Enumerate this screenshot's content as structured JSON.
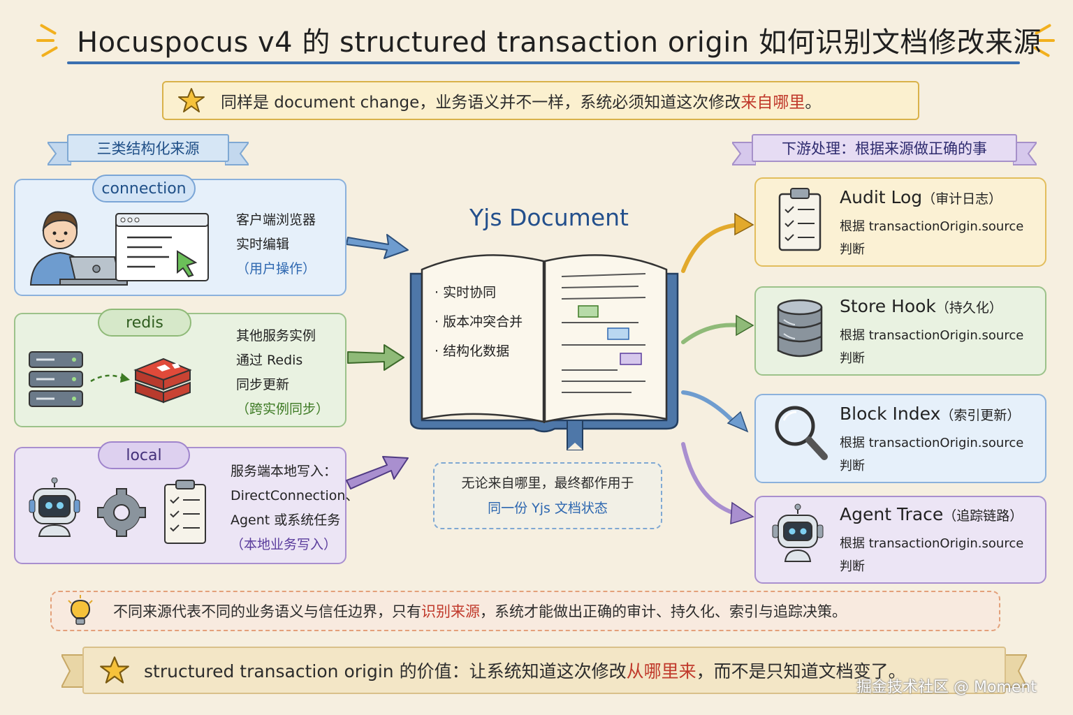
{
  "title": "Hocuspocus v4 的 structured transaction origin 如何识别文档修改来源",
  "subtitle": {
    "before": "同样是 document change，业务语义并不一样，系统必须知道这次修改",
    "highlight": "来自哪里",
    "after": "。"
  },
  "left_ribbon": "三类结构化来源",
  "right_ribbon": "下游处理：根据来源做正确的事",
  "sources": {
    "connection": {
      "tag": "connection",
      "line1": "客户端浏览器",
      "line2": "实时编辑",
      "note": "（用户操作）"
    },
    "redis": {
      "tag": "redis",
      "line1": "其他服务实例",
      "line2": "通过 Redis",
      "line3": "同步更新",
      "note": "（跨实例同步）"
    },
    "local": {
      "tag": "local",
      "line1": "服务端本地写入：",
      "line2": "DirectConnection、",
      "line3": "Agent 或系统任务",
      "note": "（本地业务写入）"
    }
  },
  "center": {
    "title": "Yjs Document",
    "items": [
      "· 实时协同",
      "· 版本冲突合并",
      "· 结构化数据"
    ],
    "note_line1": "无论来自哪里，最终都作用于",
    "note_line2": "同一份 Yjs 文档状态"
  },
  "destinations": {
    "audit": {
      "title": "Audit Log",
      "sub": "（审计日志）",
      "desc1": "根据 transactionOrigin.source",
      "desc2": "判断"
    },
    "store": {
      "title": "Store Hook",
      "sub": "（持久化）",
      "desc1": "根据 transactionOrigin.source",
      "desc2": "判断"
    },
    "block": {
      "title": "Block Index",
      "sub": "（索引更新）",
      "desc1": "根据 transactionOrigin.source",
      "desc2": "判断"
    },
    "agent": {
      "title": "Agent Trace",
      "sub": "（追踪链路）",
      "desc1": "根据 transactionOrigin.source",
      "desc2": "判断"
    }
  },
  "bottom_note": {
    "before": "不同来源代表不同的业务语义与信任边界，只有",
    "highlight": "识别来源",
    "after": "，系统才能做出正确的审计、持久化、索引与追踪决策。"
  },
  "bottom_banner": {
    "before": "structured transaction origin 的价值：让系统知道这次修改",
    "highlight": "从哪里来",
    "after": "，而不是只知道文档变了。"
  },
  "watermark": "掘金技术社区 @ Moment",
  "colors": {
    "accent_blue": "#3a6fb0",
    "highlight_red": "#c0392b",
    "connection": "#8bb1dc",
    "redis": "#9cc28a",
    "local": "#a98fcf",
    "audit": "#e2bd5c"
  }
}
